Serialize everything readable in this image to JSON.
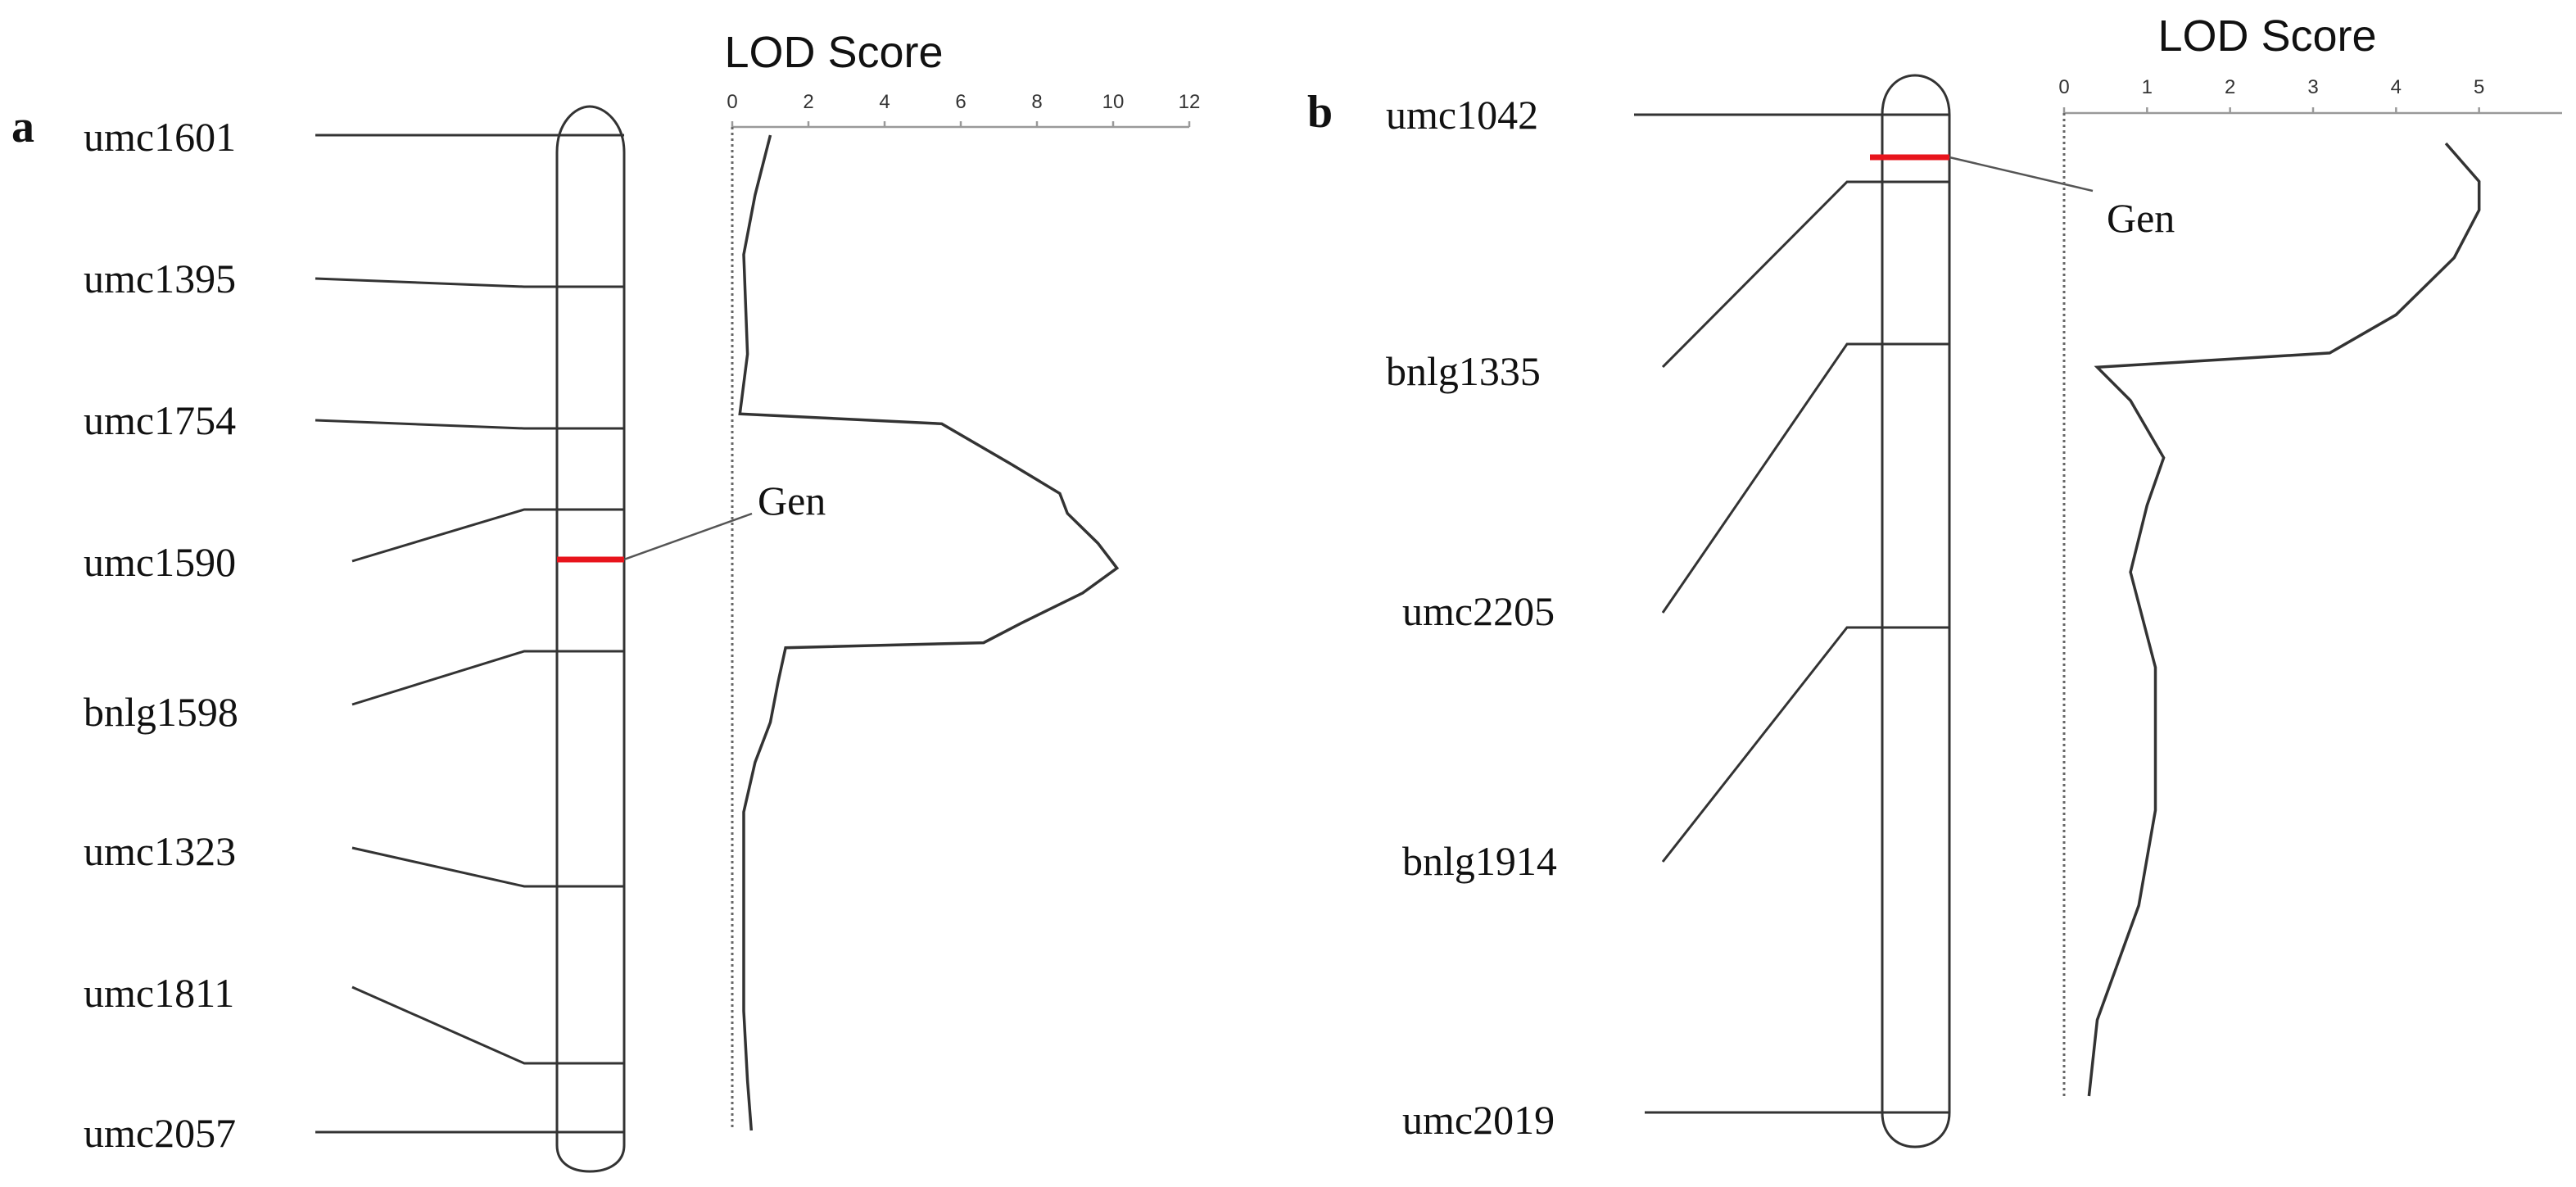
{
  "colors": {
    "line": "#333333",
    "gene": "#e8141c",
    "text": "#111111"
  },
  "chart_data": [
    {
      "type": "line",
      "panel_label": "a",
      "xlabel": "LOD Score",
      "xlim": [
        0,
        12
      ],
      "x_ticks": [
        "0",
        "2",
        "4",
        "6",
        "8",
        "10",
        "12"
      ],
      "markers": [
        "umc1601",
        "umc1395",
        "umc1754",
        "umc1590",
        "bnlg1598",
        "umc1323",
        "umc1811",
        "umc2057"
      ],
      "gene_label": "Gen",
      "lod_profile": [
        {
          "pos": 0.0,
          "lod": 1.0
        },
        {
          "pos": 0.06,
          "lod": 0.6
        },
        {
          "pos": 0.12,
          "lod": 0.3
        },
        {
          "pos": 0.22,
          "lod": 0.4
        },
        {
          "pos": 0.28,
          "lod": 0.2
        },
        {
          "pos": 0.29,
          "lod": 5.5
        },
        {
          "pos": 0.33,
          "lod": 7.3
        },
        {
          "pos": 0.36,
          "lod": 8.6
        },
        {
          "pos": 0.38,
          "lod": 8.8
        },
        {
          "pos": 0.41,
          "lod": 9.6
        },
        {
          "pos": 0.435,
          "lod": 10.1
        },
        {
          "pos": 0.46,
          "lod": 9.2
        },
        {
          "pos": 0.49,
          "lod": 7.6
        },
        {
          "pos": 0.51,
          "lod": 6.6
        },
        {
          "pos": 0.515,
          "lod": 1.4
        },
        {
          "pos": 0.55,
          "lod": 1.2
        },
        {
          "pos": 0.59,
          "lod": 1.0
        },
        {
          "pos": 0.63,
          "lod": 0.6
        },
        {
          "pos": 0.68,
          "lod": 0.3
        },
        {
          "pos": 0.78,
          "lod": 0.3
        },
        {
          "pos": 0.88,
          "lod": 0.3
        },
        {
          "pos": 0.95,
          "lod": 0.4
        },
        {
          "pos": 1.0,
          "lod": 0.5
        }
      ]
    },
    {
      "type": "line",
      "panel_label": "b",
      "xlabel": "LOD Score",
      "xlim": [
        0,
        6
      ],
      "x_ticks": [
        "0",
        "1",
        "2",
        "3",
        "4",
        "5"
      ],
      "markers": [
        "umc1042",
        "bnlg1335",
        "umc2205",
        "bnlg1914",
        "umc2019"
      ],
      "gene_label": "Gen",
      "lod_profile": [
        {
          "pos": 0.0,
          "lod": 4.6
        },
        {
          "pos": 0.04,
          "lod": 5.0
        },
        {
          "pos": 0.07,
          "lod": 5.0
        },
        {
          "pos": 0.12,
          "lod": 4.7
        },
        {
          "pos": 0.18,
          "lod": 4.0
        },
        {
          "pos": 0.22,
          "lod": 3.2
        },
        {
          "pos": 0.235,
          "lod": 0.4
        },
        {
          "pos": 0.27,
          "lod": 0.8
        },
        {
          "pos": 0.33,
          "lod": 1.2
        },
        {
          "pos": 0.38,
          "lod": 1.0
        },
        {
          "pos": 0.45,
          "lod": 0.8
        },
        {
          "pos": 0.55,
          "lod": 1.1
        },
        {
          "pos": 0.7,
          "lod": 1.1
        },
        {
          "pos": 0.8,
          "lod": 0.9
        },
        {
          "pos": 0.92,
          "lod": 0.4
        },
        {
          "pos": 1.0,
          "lod": 0.3
        }
      ]
    }
  ]
}
